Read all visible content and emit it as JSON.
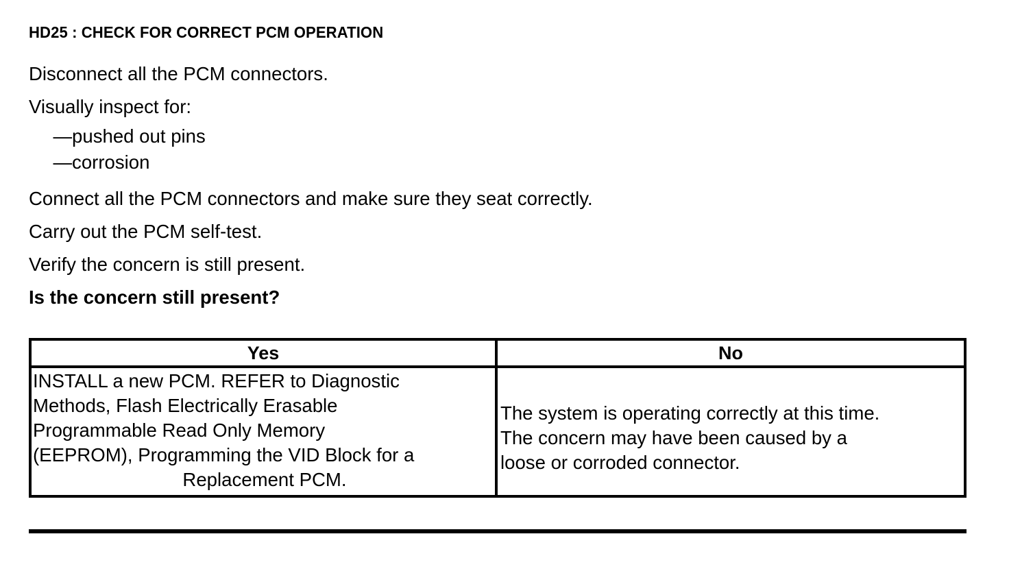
{
  "document": {
    "step_title": "HD25 : CHECK FOR CORRECT PCM OPERATION",
    "instructions": [
      {
        "text": "Disconnect all the PCM connectors.",
        "bold": false
      },
      {
        "text": "Visually inspect for:",
        "bold": false
      }
    ],
    "sub_items": [
      "—pushed out pins",
      "—corrosion"
    ],
    "instructions_continued": [
      {
        "text": "Connect all the PCM connectors and make sure they seat correctly.",
        "bold": false
      },
      {
        "text": "Carry out the PCM self-test.",
        "bold": false
      },
      {
        "text": "Verify the concern is still present.",
        "bold": false
      },
      {
        "text": "Is the concern still present?",
        "bold": true
      }
    ],
    "decision_table": {
      "headers": [
        "Yes",
        "No"
      ],
      "yes_cell_lines": [
        "INSTALL a new PCM. REFER to Diagnostic",
        "Methods,  Flash Electrically Erasable",
        "Programmable Read Only Memory",
        "(EEPROM), Programming the VID Block for a",
        "Replacement PCM."
      ],
      "no_cell_lines": [
        "The system is operating correctly at this time.",
        "The concern may have been caused by a",
        "loose or corroded connector."
      ]
    },
    "colors": {
      "text": "#000000",
      "background": "#ffffff",
      "border": "#000000"
    }
  }
}
